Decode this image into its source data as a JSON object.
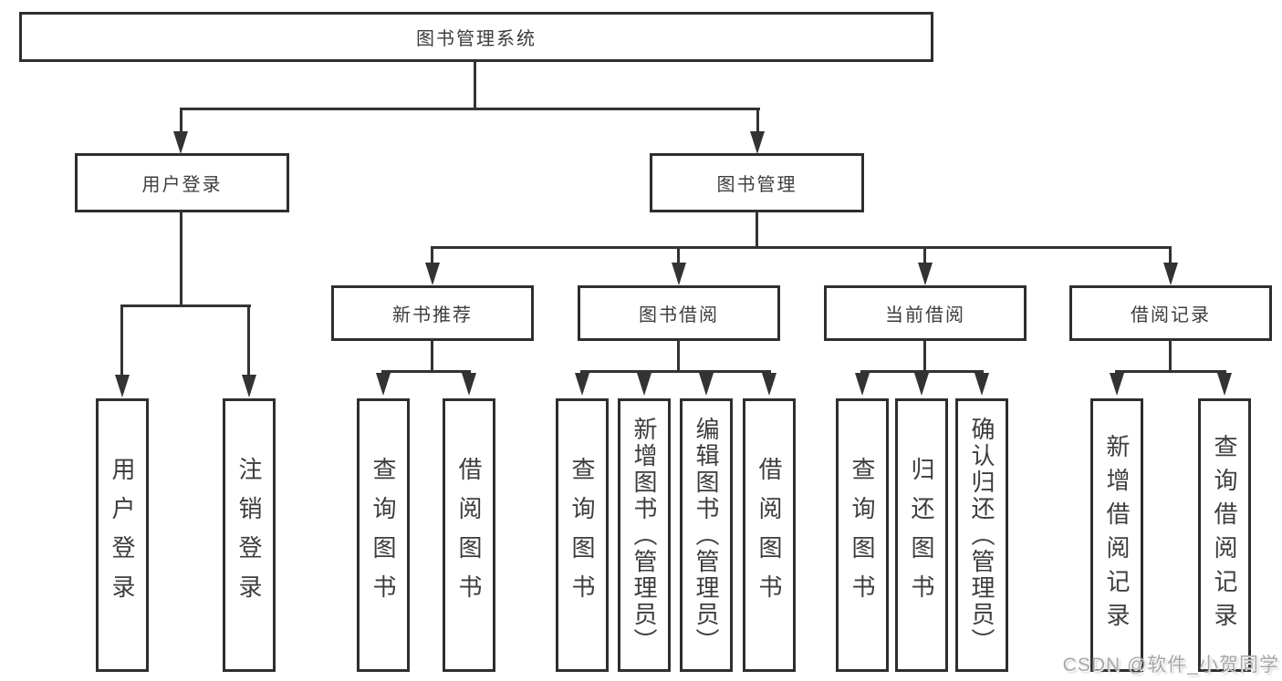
{
  "tree": {
    "root": {
      "label": "图书管理系统"
    },
    "level2": [
      {
        "label": "用户登录",
        "leaves": [
          {
            "label": "用户登录"
          },
          {
            "label": "注销登录"
          }
        ]
      },
      {
        "label": "图书管理",
        "children": [
          {
            "label": "新书推荐",
            "leaves": [
              {
                "label": "查询图书"
              },
              {
                "label": "借阅图书"
              }
            ]
          },
          {
            "label": "图书借阅",
            "leaves": [
              {
                "label": "查询图书"
              },
              {
                "label": "新增图书（管理员）"
              },
              {
                "label": "编辑图书（管理员）"
              },
              {
                "label": "借阅图书"
              }
            ]
          },
          {
            "label": "当前借阅",
            "leaves": [
              {
                "label": "查询图书"
              },
              {
                "label": "归还图书"
              },
              {
                "label": "确认归还（管理员）"
              }
            ]
          },
          {
            "label": "借阅记录",
            "leaves": [
              {
                "label": "新增借阅记录"
              },
              {
                "label": "查询借阅记录"
              }
            ]
          }
        ]
      }
    ]
  },
  "watermark": "CSDN @软件_小贺同学",
  "colors": {
    "line": "#333333",
    "text": "#3d3d3d",
    "watermark": "#a8a8a8",
    "background": "#ffffff"
  }
}
